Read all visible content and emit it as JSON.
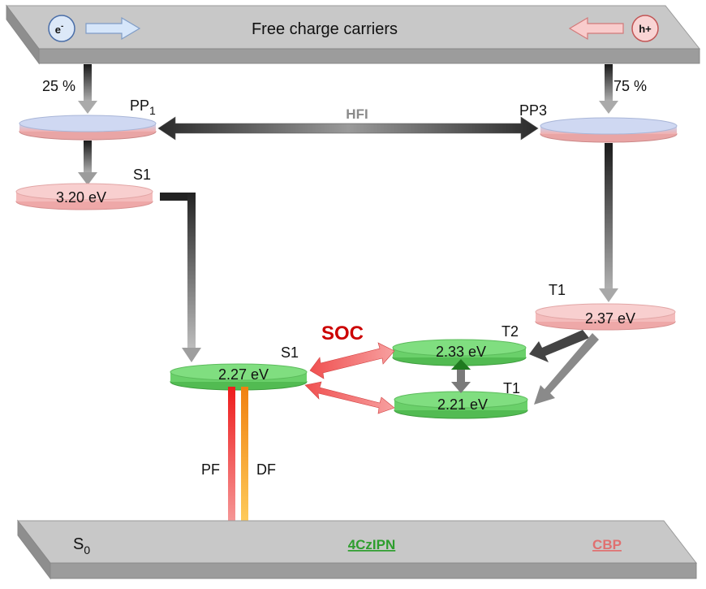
{
  "top_bar": {
    "title": "Free charge carriers",
    "electron_label": "e",
    "electron_sup": "-",
    "hole_label": "h+"
  },
  "bottom_bar": {
    "ground_state": "S",
    "ground_state_sub": "0",
    "host_label": "4CzIPN",
    "guest_label": "CBP"
  },
  "percent_left": "25 %",
  "percent_right": "75 %",
  "hfi_label": "HFI",
  "soc_label": "SOC",
  "levels": {
    "pp1": {
      "label": "PP",
      "sub": "1",
      "energy": ""
    },
    "pp3": {
      "label": "PP3",
      "energy": ""
    },
    "cbp_s1": {
      "label": "S1",
      "energy": "3.20 eV"
    },
    "cbp_t1": {
      "label": "T1",
      "energy": "2.37 eV"
    },
    "czipn_s1": {
      "label": "S1",
      "energy": "2.27 eV"
    },
    "czipn_t2": {
      "label": "T2",
      "energy": "2.33 eV"
    },
    "czipn_t1": {
      "label": "T1",
      "energy": "2.21 eV"
    }
  },
  "emission": {
    "pf": "PF",
    "df": "DF"
  },
  "colors": {
    "bar_gray": "#bfbfbf",
    "cbp_pink": "#f4b6b6",
    "czipn_green": "#6bd46b",
    "soc_red": "#cc0000",
    "host_green": "#2e9e2e",
    "guest_red": "#e07070",
    "electron_blue": "#cfe0f7",
    "hole_pink": "#f8c4c4"
  }
}
